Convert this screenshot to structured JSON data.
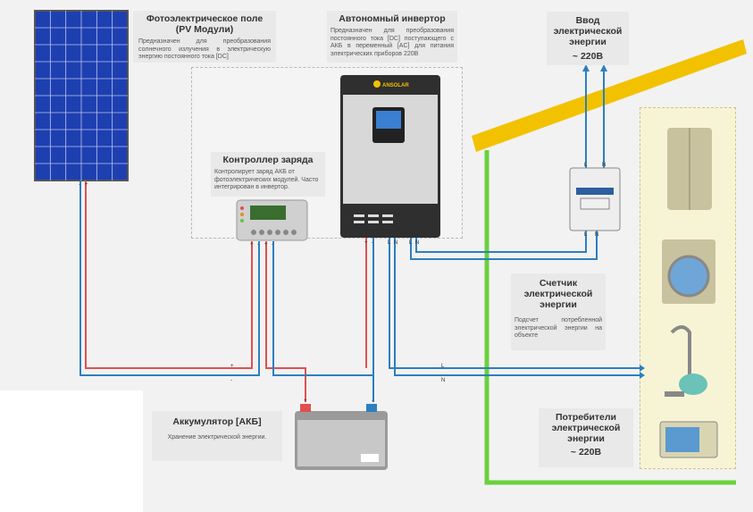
{
  "pv": {
    "title": "Фотоэлектрическое поле (PV Модули)",
    "desc": "Предназначен для преобразования солнечного излучения в электрическую энергию постоянного тока [DC]"
  },
  "inverter": {
    "title": "Автономный инвертор",
    "desc": "Предназначен для преобразования постоянного тока [DC] поступающего с АКБ в переменный [AC] для питания электрических приборов 220В",
    "brand": "ANSOLAR"
  },
  "grid": {
    "title": "Ввод электрической энергии",
    "voltage": "~ 220В"
  },
  "controller": {
    "title": "Контроллер заряда",
    "desc": "Контролирует заряд АКБ от фотоэлектрических модулей. Часто интегрирован в инвертор."
  },
  "meter": {
    "title": "Счетчик электрической энергии",
    "desc": "Подсчет потребленной электрической энергии на объекте"
  },
  "battery": {
    "title": "Аккумулятор [АКБ]",
    "desc": "Хранение электрической энергии."
  },
  "consumers": {
    "title": "Потребители электрической энергии",
    "voltage": "~ 220В"
  },
  "terminals": {
    "plus": "+",
    "minus": "-",
    "L": "L",
    "N": "N"
  },
  "colors": {
    "red_wire": "#e05050",
    "blue_wire": "#2d7fc0",
    "ground": "#6ad13c",
    "roof": "#f2c200",
    "panel": "#1d3fb0",
    "consumer_bg": "#f7f4d6"
  }
}
